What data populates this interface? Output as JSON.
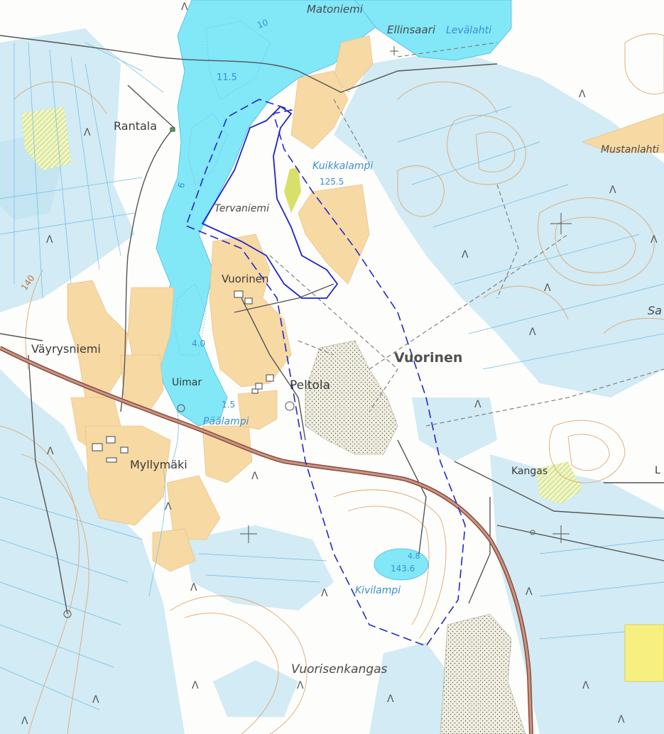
{
  "map": {
    "colors": {
      "background": "#ffffff",
      "water": "#7fe6f6",
      "wetland": "#cfe9f3",
      "field": "#f7d8a2",
      "sand": "#eeeedd",
      "yellow_area": "#f7ef7f",
      "road_main": "#9c5a4a",
      "contour": "#d9a070",
      "boundary": "#1a1ad0",
      "ditch": "#5fb4e6"
    },
    "labels": {
      "matoniemi": "Matoniemi",
      "ellinsaari": "Ellinsaari",
      "levalahti": "Levälahti",
      "rantala": "Rantala",
      "kuikkalampi": "Kuikkalampi",
      "kuikka_elev": "125.5",
      "mustanlahti": "Mustanlahti",
      "tervaniemi": "Tervaniemi",
      "vuorinen_small": "Vuorinen",
      "vuorinen_big": "Vuorinen",
      "vayrysniemi": "Väyrysniemi",
      "uimaranta": "Uimar",
      "peltola": "Peltola",
      "paalampi": "Päälampi",
      "myllymaki": "Myllymäki",
      "kangas": "Kangas",
      "kivilampi": "Kivilampi",
      "kivi_depth": "4.8",
      "kivi_elev": "143.6",
      "vuorisenkangas": "Vuorisenkangas",
      "sa": "Sa",
      "l_edge": "L",
      "depth_10": "10",
      "depth_115": "11.5",
      "depth_6": "6",
      "depth_40": "4.0",
      "depth_15": "1.5",
      "contour_140": "140"
    }
  }
}
